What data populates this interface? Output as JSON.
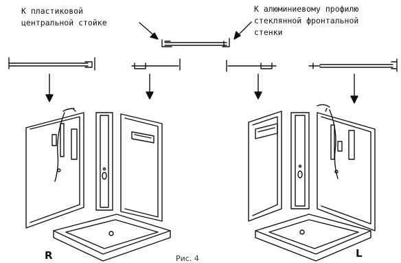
{
  "labels": {
    "left_line1": "К пластиковой",
    "left_line2": "центральной стойке",
    "right_line1": "К алюминиевому профилю",
    "right_line2": "стеклянной фронтальной",
    "right_line3": "стенки"
  },
  "variants": {
    "left_letter": "R",
    "right_letter": "L"
  },
  "caption": "Рис. 4"
}
